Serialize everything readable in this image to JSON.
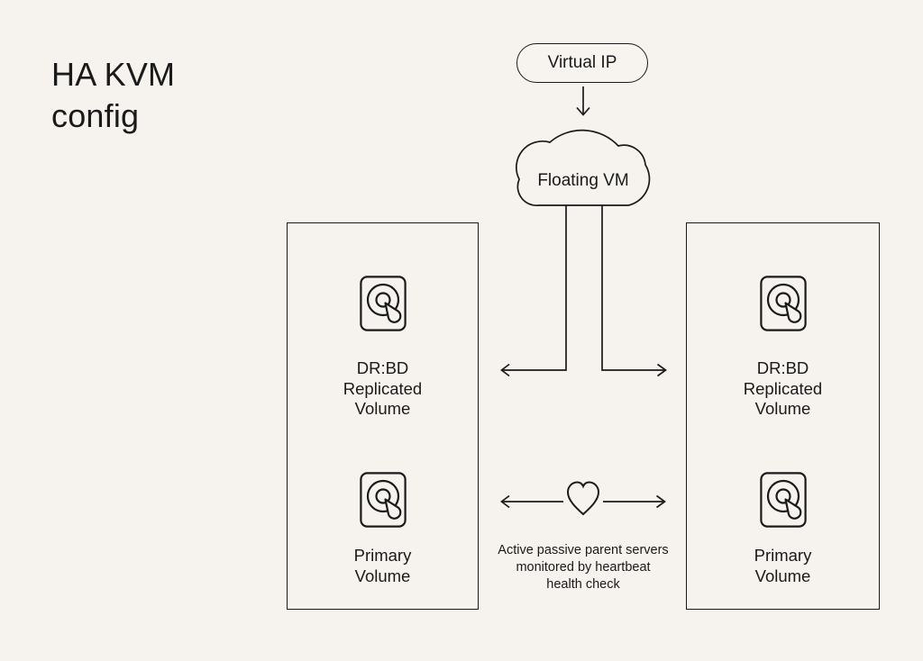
{
  "title": "HA KVM config",
  "colors": {
    "background": "#f6f2ed",
    "ink": "#1a1a1a"
  },
  "nodes": {
    "virtual_ip": {
      "label": "Virtual IP"
    },
    "floating_vm": {
      "label": "Floating VM"
    },
    "left_server": {
      "replicated_volume": "DR:BD Replicated Volume",
      "primary_volume": "Primary Volume"
    },
    "right_server": {
      "replicated_volume": "DR:BD Replicated Volume",
      "primary_volume": "Primary Volume"
    }
  },
  "annotations": {
    "heartbeat": "Active passive parent servers monitored by heartbeat health check"
  },
  "icons": {
    "disk": "hard-disk-icon",
    "heart": "heart-icon",
    "down_arrow": "arrow-down-icon",
    "left_arrow": "arrow-left-icon",
    "right_arrow": "arrow-right-icon",
    "cloud": "cloud-shape"
  }
}
